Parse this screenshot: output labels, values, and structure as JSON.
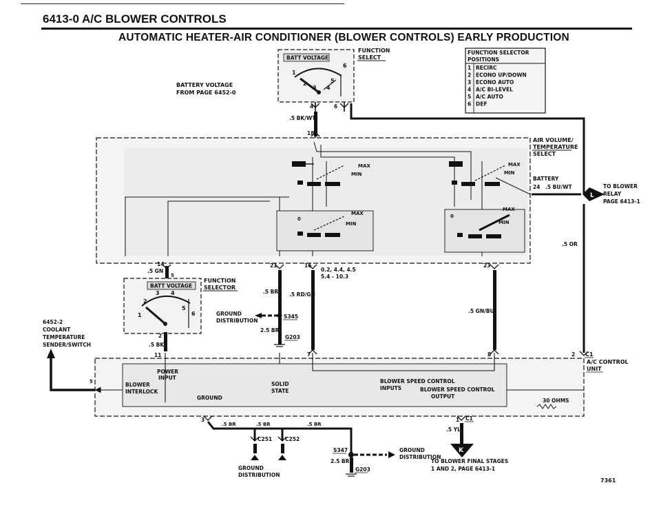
{
  "header": {
    "section": "6413-0  A/C BLOWER CONTROLS",
    "subtitle": "AUTOMATIC HEATER-AIR CONDITIONER (BLOWER CONTROLS)  EARLY PRODUCTION"
  },
  "top_switch": {
    "title": "BATT VOLTAGE",
    "label_line1": "FUNCTION",
    "label_line2": "SELECT",
    "pins": [
      "1",
      "2",
      "3",
      "4",
      "5",
      "6"
    ],
    "source_line1": "BATTERY VOLTAGE",
    "source_line2": "FROM PAGE 6452-0"
  },
  "positions": {
    "title_line1": "FUNCTION SELECTOR",
    "title_line2": "POSITIONS",
    "rows": [
      {
        "num": "1",
        "text": "RECIRC"
      },
      {
        "num": "2",
        "text": "ECONO UP/DOWN"
      },
      {
        "num": "3",
        "text": "ECONO AUTO"
      },
      {
        "num": "4",
        "text": "A/C BI-LEVEL"
      },
      {
        "num": "5",
        "text": "A/C AUTO"
      },
      {
        "num": "6",
        "text": "DEF"
      }
    ]
  },
  "wires": {
    "w_bkwt": ".5 BK/WT",
    "pin4": "4",
    "pin6": "6",
    "pin18": "18",
    "pin14": "14",
    "w_gn": ".5 GN",
    "pin5": "5",
    "pin21": "21",
    "pin16": "16",
    "pin23": "23",
    "w_br": ".5 BR",
    "w_rdgn": ".5 RD/GN",
    "w_gnbu": ".5 GN/BU",
    "w_or": ".5 OR",
    "w_bk": ".5 BK",
    "w_25br": "2.5 BR",
    "w_yl": ".5 YL",
    "resistances_line1": "0.2, 4.4, 4.5",
    "resistances_line2": "5.4 - 10.3",
    "pin2": "2",
    "pin11": "11",
    "pin7": "7",
    "pin8": "8",
    "pin1": "1",
    "pin3": "3",
    "w_5br_a": ".5 BR",
    "w_5br_b": ".5 BR",
    "w_5br_c": ".5 BR",
    "w_25br_b": "2.5 BR"
  },
  "air_volume": {
    "label_line1": "AIR VOLUME/",
    "label_line2": "TEMPERATURE",
    "label_line3": "SELECT",
    "battery": "BATTERY",
    "pin24": "24",
    "w_buwt": ".5 BU/WT",
    "max": "MAX",
    "min": "MIN",
    "zero": "0"
  },
  "blower_relay": {
    "letter": "L",
    "line1": "TO BLOWER",
    "line2": "RELAY",
    "line3": "PAGE 6413-1"
  },
  "lower_switch": {
    "title": "BATT VOLTAGE",
    "label_line1": "FUNCTION",
    "label_line2": "SELECTOR",
    "pins": [
      "1",
      "2",
      "3",
      "4",
      "5",
      "6"
    ]
  },
  "ground_dist": {
    "line1": "GROUND",
    "line2": "DISTRIBUTION",
    "s345": "S345",
    "g203": "G203",
    "s347": "S347",
    "g203b": "G203"
  },
  "sender": {
    "ref": "6452-2",
    "line1": "COOLANT",
    "line2": "TEMPERATURE",
    "line3": "SENDER/SWITCH"
  },
  "ac_control": {
    "connector": "C1",
    "line1": "A/C CONTROL",
    "line2": "UNIT",
    "power_input_line1": "POWER",
    "power_input_line2": "INPUT",
    "blower_interlock_line1": "BLOWER",
    "blower_interlock_line2": "INTERLOCK",
    "solid_state_line1": "SOLID",
    "solid_state_line2": "STATE",
    "bsc_inputs_line1": "BLOWER SPEED CONTROL",
    "bsc_inputs_line2": "INPUTS",
    "bsc_output_line1": "BLOWER SPEED CONTROL",
    "bsc_output_line2": "OUTPUT",
    "ground": "GROUND",
    "ohms": "30 OHMS"
  },
  "bottom": {
    "c251": "C251",
    "c252": "C252",
    "c1": "C1",
    "ground_line1": "GROUND",
    "ground_line2": "DISTRIBUTION",
    "gd2_line1": "GROUND",
    "gd2_line2": "DISTRIBUTION",
    "k_letter": "K",
    "final_line1": "TO BLOWER FINAL STAGES",
    "final_line2": "1 AND 2, PAGE 6413-1",
    "page_no": "7361"
  }
}
